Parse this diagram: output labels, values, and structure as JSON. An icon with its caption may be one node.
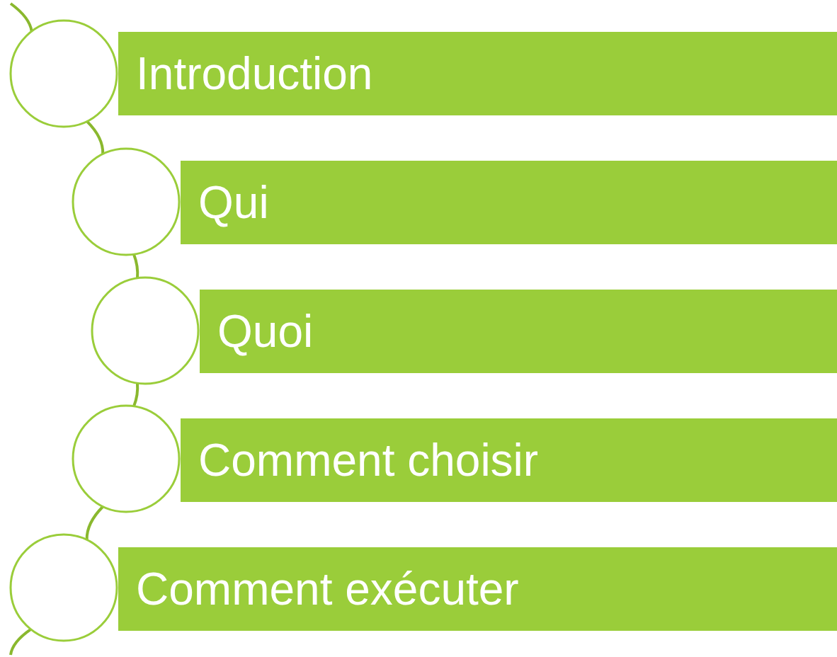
{
  "diagram": {
    "nodes": [
      {
        "text": [],
        "shape": "circle"
      },
      {
        "text": [
          "Introduction"
        ]
      },
      {
        "text": [],
        "shape": "circle"
      },
      {
        "text": [
          "Qui"
        ]
      },
      {
        "text": [],
        "shape": "circle"
      },
      {
        "text": [
          "Quoi"
        ]
      },
      {
        "text": [],
        "shape": "circle"
      },
      {
        "text": [
          "Comment choisir"
        ]
      },
      {
        "text": [],
        "shape": "circle"
      },
      {
        "text": [
          "Comment exécuter"
        ]
      }
    ],
    "edges": [
      {
        "from": null,
        "to": 0,
        "arrow": "none"
      },
      {
        "from": 0,
        "to": 2,
        "arrow": "none"
      },
      {
        "from": 2,
        "to": 4,
        "arrow": "none"
      },
      {
        "from": 4,
        "to": 6,
        "arrow": "none"
      },
      {
        "from": 6,
        "to": 8,
        "arrow": "none"
      },
      {
        "from": 8,
        "to": null,
        "arrow": "none"
      }
    ]
  }
}
